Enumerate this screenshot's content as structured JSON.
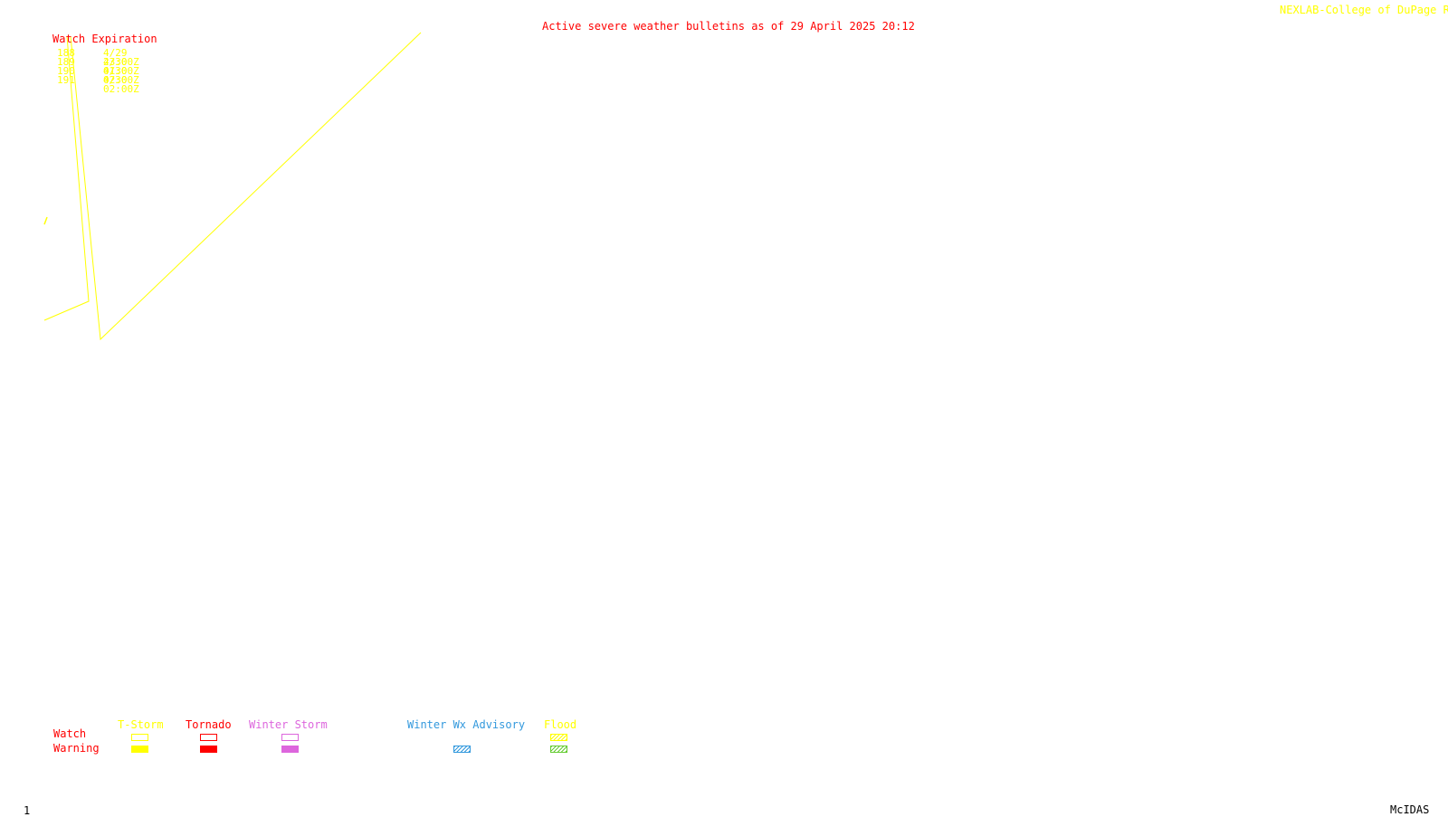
{
  "header": {
    "bulletin": "Active severe weather bulletins as of 29 April 2025 20:12",
    "credit": "NEXLAB-College of DuPage R"
  },
  "watch_table": {
    "title": "Watch Expiration",
    "rows": [
      {
        "number": "188",
        "expires": "4/29 23:00Z"
      },
      {
        "number": "189",
        "expires": "4/30 01:00Z"
      },
      {
        "number": "190",
        "expires": "4/30 02:00Z"
      },
      {
        "number": "191",
        "expires": "4/30 02:00Z"
      }
    ]
  },
  "legend": {
    "row_labels": {
      "watch": "Watch",
      "warning": "Warning"
    },
    "categories": [
      {
        "label": "T-Storm",
        "color": "#ffff00"
      },
      {
        "label": "Tornado",
        "color": "#ff0000"
      },
      {
        "label": "Winter Storm",
        "color": "#dd66dd"
      },
      {
        "label": "Winter Wx Advisory",
        "color": "#3399dd"
      },
      {
        "label": "Flood",
        "color": "#ffff00"
      }
    ]
  },
  "colors": {
    "title_red": "#ff0000",
    "watch_yellow": "#ffff00",
    "flood_warning_green": "#66cc33",
    "footer": "#000000"
  },
  "footer": {
    "frame": "1",
    "software": "McIDAS"
  }
}
